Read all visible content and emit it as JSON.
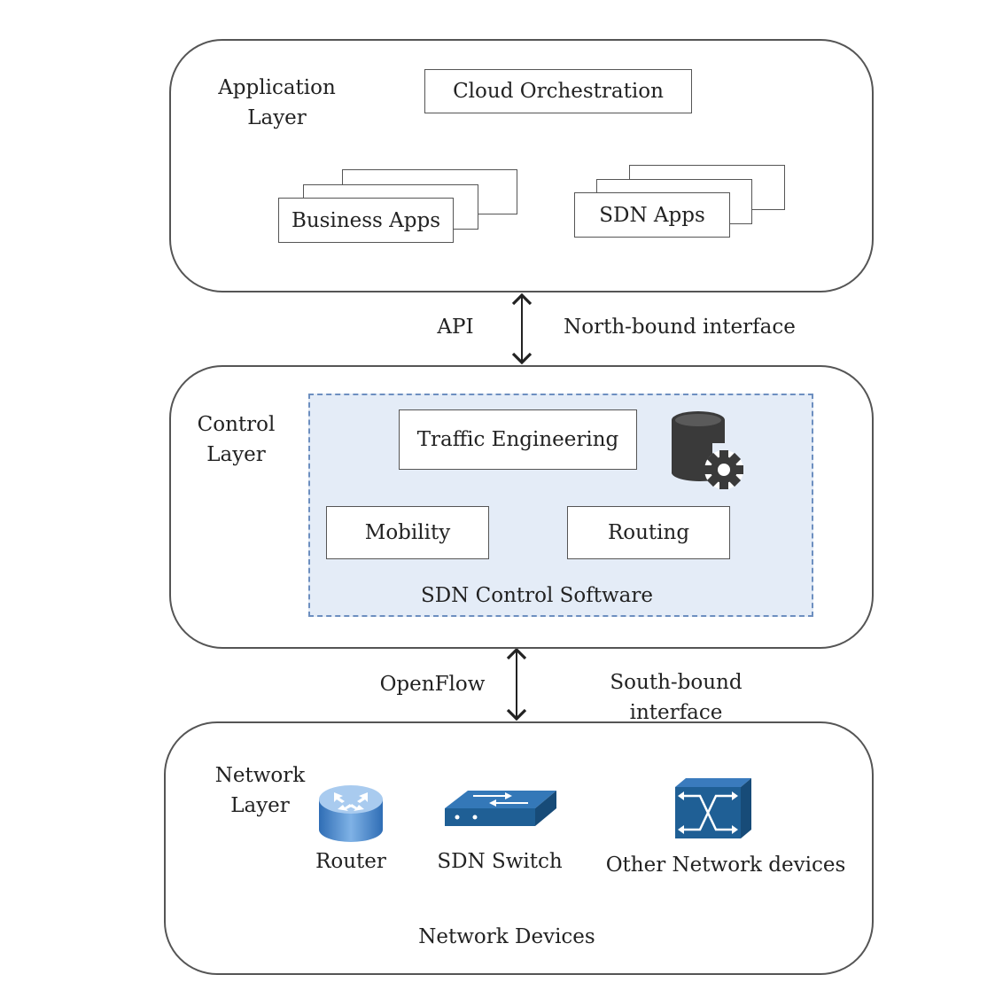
{
  "layers": {
    "application": {
      "label_line1": "Application",
      "label_line2": "Layer",
      "cloud": "Cloud Orchestration",
      "business": "Business Apps",
      "sdn_apps": "SDN Apps"
    },
    "north": {
      "left": "API",
      "right": "North-bound interface"
    },
    "control": {
      "label_line1": "Control",
      "label_line2": "Layer",
      "traffic": "Traffic Engineering",
      "mobility": "Mobility",
      "routing": "Routing",
      "software": "SDN Control Software"
    },
    "south": {
      "left": "OpenFlow",
      "right": "South-bound interface"
    },
    "network": {
      "label_line1": "Network",
      "label_line2": "Layer",
      "router": "Router",
      "switch": "SDN Switch",
      "other": "Other Network devices",
      "devices": "Network Devices"
    }
  },
  "colors": {
    "dashed_border": "#6d8fc0",
    "software_fill": "#e4ecf7",
    "device_blue": "#1f5f95"
  }
}
